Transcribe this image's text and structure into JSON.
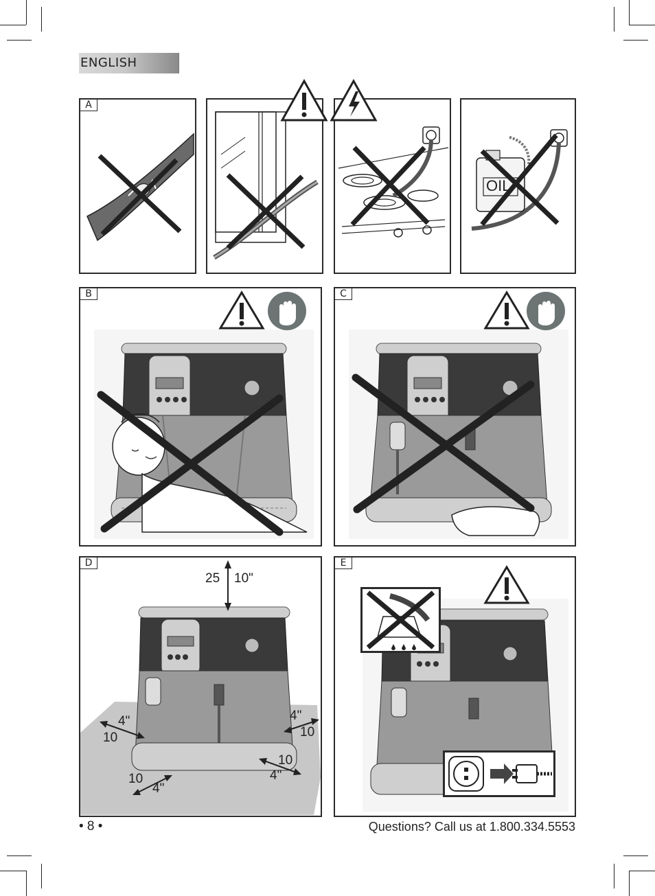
{
  "header": {
    "language": "ENGLISH"
  },
  "panels": {
    "a": {
      "label": "A"
    },
    "b": {
      "label": "B"
    },
    "c": {
      "label": "C"
    },
    "d": {
      "label": "D",
      "top_cm": "25",
      "top_in": "10\"",
      "left_in": "4\"",
      "left_cm": "10",
      "right_in": "4\"",
      "right_cm": "10",
      "front_right_cm": "10",
      "front_right_in": "4\"",
      "front_left_cm": "10",
      "front_left_in": "4\""
    },
    "e": {
      "label": "E"
    },
    "oil_label": "OIL"
  },
  "footer": {
    "page_number": "• 8 •",
    "contact": "Questions? Call us at 1.800.334.5553"
  }
}
